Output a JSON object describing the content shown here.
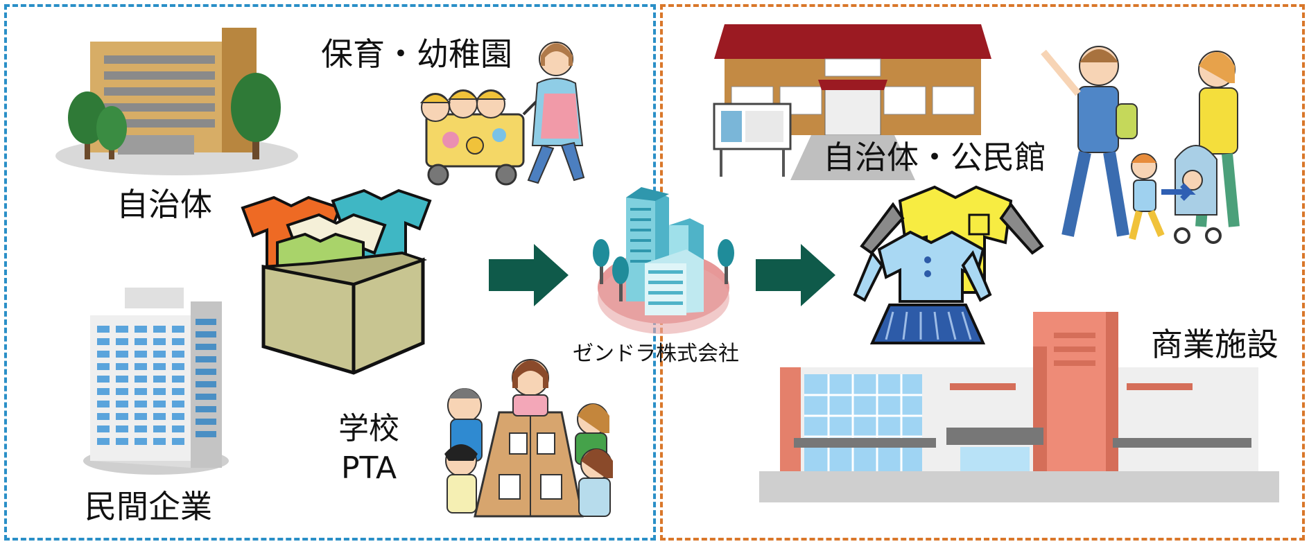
{
  "left_panel": {
    "labels": {
      "jichitai": "自治体",
      "hoiku": "保育・幼稚園",
      "minkan": "民間企業",
      "gakko": "学校",
      "pta": "PTA"
    }
  },
  "center": {
    "company": "ゼンドラ株式会社"
  },
  "right_panel": {
    "labels": {
      "jichitai_kominkan": "自治体・公民館",
      "shogyo": "商業施設"
    }
  },
  "colors": {
    "left_border": "#2a8fc7",
    "right_border": "#d9772a",
    "arrow": "#0f5a4a"
  },
  "icons": [
    "city-hall-icon",
    "trees-icon",
    "kindergarten-cart-icon",
    "office-tower-icon",
    "clothes-box-icon",
    "pta-meeting-icon",
    "arrow-right-icon",
    "company-buildings-icon",
    "community-center-icon",
    "family-icon",
    "kids-clothes-icon",
    "shopping-mall-icon"
  ]
}
